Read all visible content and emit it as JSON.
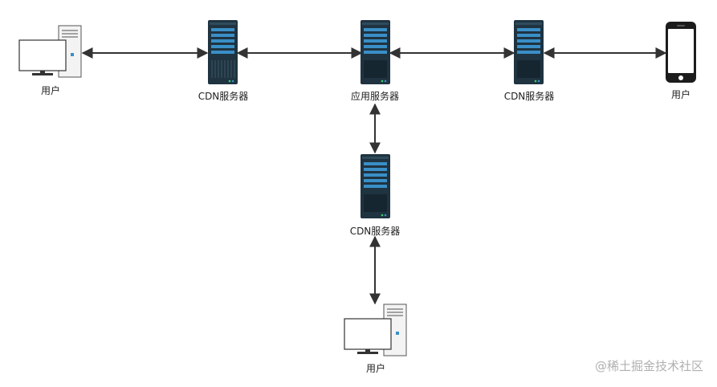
{
  "nodes": [
    {
      "id": "user_pc_left",
      "type": "desktop",
      "label": "用户"
    },
    {
      "id": "cdn_left",
      "type": "server",
      "label": "CDN服务器"
    },
    {
      "id": "app_server",
      "type": "server",
      "label": "应用服务器"
    },
    {
      "id": "cdn_right",
      "type": "server",
      "label": "CDN服务器"
    },
    {
      "id": "user_phone",
      "type": "phone",
      "label": "用户"
    },
    {
      "id": "cdn_bottom",
      "type": "server",
      "label": "CDN服务器"
    },
    {
      "id": "user_pc_bottom",
      "type": "desktop",
      "label": "用户"
    }
  ],
  "edges": [
    {
      "from": "user_pc_left",
      "to": "cdn_left",
      "bidirectional": true
    },
    {
      "from": "cdn_left",
      "to": "app_server",
      "bidirectional": true
    },
    {
      "from": "app_server",
      "to": "cdn_right",
      "bidirectional": true
    },
    {
      "from": "cdn_right",
      "to": "user_phone",
      "bidirectional": true
    },
    {
      "from": "app_server",
      "to": "cdn_bottom",
      "bidirectional": true
    },
    {
      "from": "cdn_bottom",
      "to": "user_pc_bottom",
      "bidirectional": true
    }
  ],
  "colors": {
    "server_body": "#1f3340",
    "server_accent": "#3a8fc7",
    "line": "#333333",
    "watermark": "#b0b0b0"
  },
  "watermark": "@稀土掘金技术社区"
}
